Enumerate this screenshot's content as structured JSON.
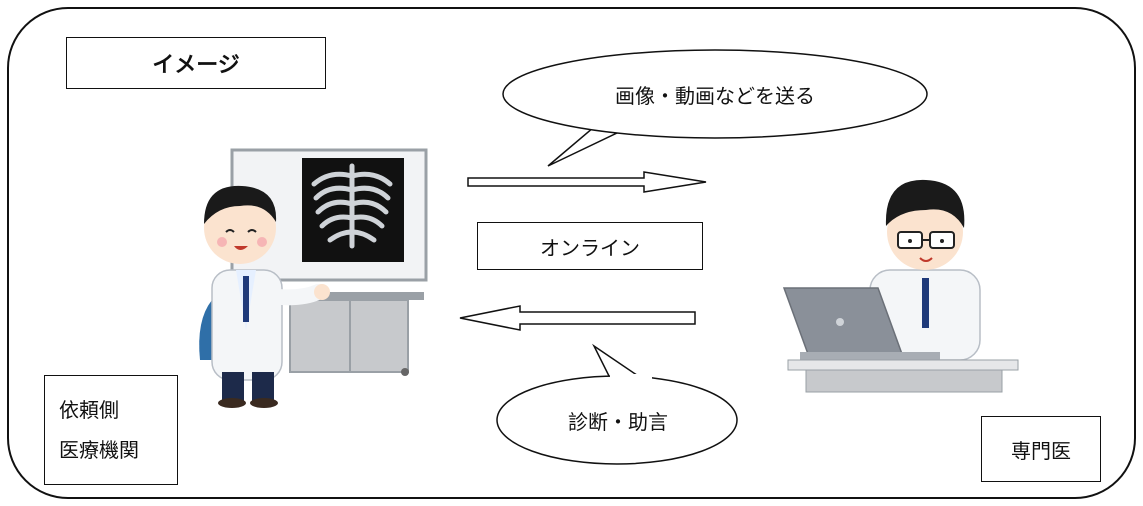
{
  "title_box": {
    "label": "イメージ"
  },
  "speech_top": {
    "text": "画像・動画などを送る"
  },
  "link_box": {
    "label": "オンライン"
  },
  "speech_bottom": {
    "text": "診断・助言"
  },
  "requester_box": {
    "line1": "依頼側",
    "line2": "医療機関"
  },
  "specialist_box": {
    "label": "専門医"
  },
  "colors": {
    "skin": "#fbe3cf",
    "hair": "#1a1a1a",
    "coat": "#f4f6f8",
    "tie": "#1f3a7a",
    "laptop": "#8a9099",
    "cabinet": "#c7c9cc",
    "xray_bg": "#111111"
  },
  "icons": [
    "doctor-left-figure",
    "xray-board",
    "doctor-right-figure",
    "laptop",
    "desk"
  ]
}
